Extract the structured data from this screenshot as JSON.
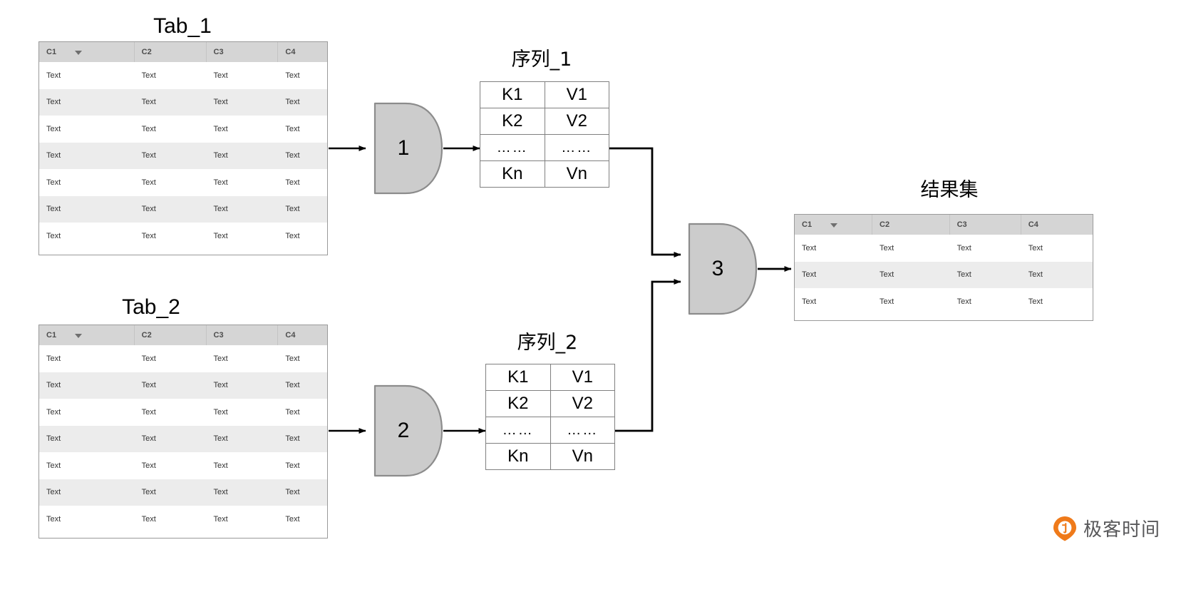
{
  "diagram": {
    "title_tab1": "Tab_1",
    "title_tab2": "Tab_2",
    "title_seq1": "序列_1",
    "title_seq2": "序列_2",
    "title_result": "结果集"
  },
  "source_tables": [
    {
      "name": "Tab_1",
      "columns": [
        "C1",
        "C2",
        "C3",
        "C4"
      ],
      "sorted_column": "C1",
      "sort_indicator": "caret-down",
      "rows": [
        [
          "Text",
          "Text",
          "Text",
          "Text"
        ],
        [
          "Text",
          "Text",
          "Text",
          "Text"
        ],
        [
          "Text",
          "Text",
          "Text",
          "Text"
        ],
        [
          "Text",
          "Text",
          "Text",
          "Text"
        ],
        [
          "Text",
          "Text",
          "Text",
          "Text"
        ],
        [
          "Text",
          "Text",
          "Text",
          "Text"
        ],
        [
          "Text",
          "Text",
          "Text",
          "Text"
        ]
      ]
    },
    {
      "name": "Tab_2",
      "columns": [
        "C1",
        "C2",
        "C3",
        "C4"
      ],
      "sorted_column": "C1",
      "sort_indicator": "caret-down",
      "rows": [
        [
          "Text",
          "Text",
          "Text",
          "Text"
        ],
        [
          "Text",
          "Text",
          "Text",
          "Text"
        ],
        [
          "Text",
          "Text",
          "Text",
          "Text"
        ],
        [
          "Text",
          "Text",
          "Text",
          "Text"
        ],
        [
          "Text",
          "Text",
          "Text",
          "Text"
        ],
        [
          "Text",
          "Text",
          "Text",
          "Text"
        ],
        [
          "Text",
          "Text",
          "Text",
          "Text"
        ]
      ]
    }
  ],
  "result_table": {
    "name": "结果集",
    "columns": [
      "C1",
      "C2",
      "C3",
      "C4"
    ],
    "sorted_column": "C1",
    "sort_indicator": "caret-down",
    "rows": [
      [
        "Text",
        "Text",
        "Text",
        "Text"
      ],
      [
        "Text",
        "Text",
        "Text",
        "Text"
      ],
      [
        "Text",
        "Text",
        "Text",
        "Text"
      ]
    ]
  },
  "sequences": [
    {
      "name": "序列_1",
      "rows": [
        [
          "K1",
          "V1"
        ],
        [
          "K2",
          "V2"
        ],
        [
          "……",
          "……"
        ],
        [
          "Kn",
          "Vn"
        ]
      ]
    },
    {
      "name": "序列_2",
      "rows": [
        [
          "K1",
          "V1"
        ],
        [
          "K2",
          "V2"
        ],
        [
          "……",
          "……"
        ],
        [
          "Kn",
          "Vn"
        ]
      ]
    }
  ],
  "process_nodes": [
    {
      "label": "1"
    },
    {
      "label": "2"
    },
    {
      "label": "3"
    }
  ],
  "watermark": {
    "brand": "极客时间",
    "mark": "Q"
  },
  "colors": {
    "shape_fill": "#cccccc",
    "shape_stroke": "#8c8c8c",
    "table_header": "#d5d5d5",
    "table_stripe": "#ececec",
    "table_border": "#9a9a9a",
    "kv_border": "#808080",
    "connector": "#000000",
    "brand_orange": "#ef7a1a",
    "brand_text": "#58585a"
  }
}
